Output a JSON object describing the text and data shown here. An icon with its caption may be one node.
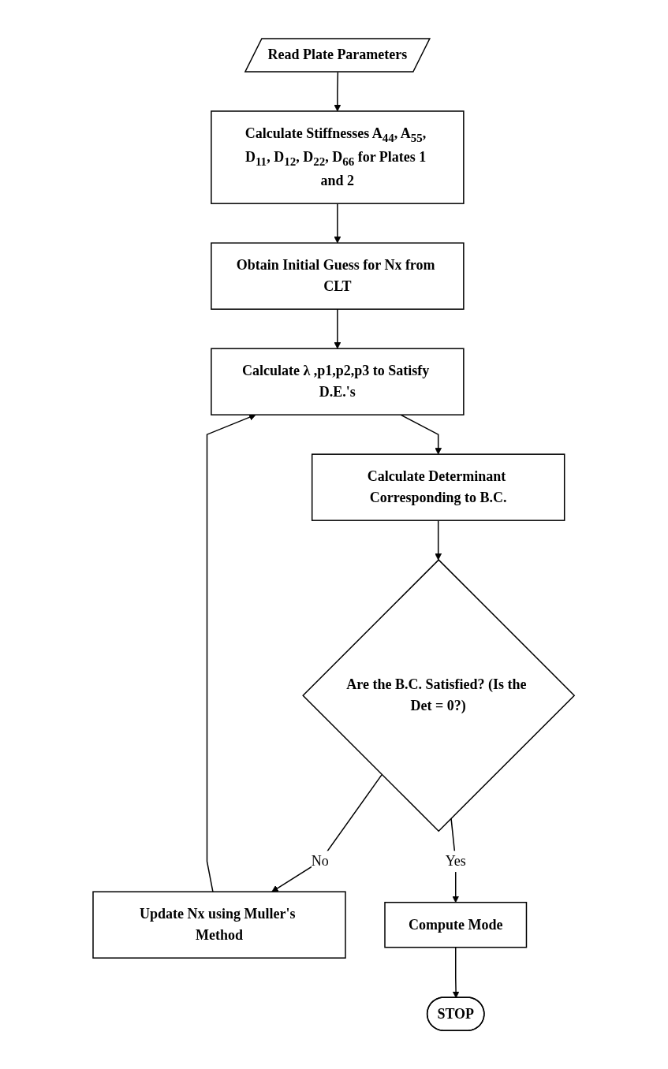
{
  "diagram": {
    "nodes": [
      {
        "text": [
          "Read Plate Parameters"
        ]
      },
      {
        "text": [
          "Calculate Stiffnesses A$_{44}$, A$_{55}$, D$_{11}$, D$_{12}$, D$_{22}$, D$_{66}$ for Plates 1 and 2"
        ]
      },
      {
        "text": [
          "Obtain Initial Guess for Nx from CLT"
        ]
      },
      {
        "text": [
          "Calculate λ ,p1,p2,p3 to Satisfy D.E.'s"
        ]
      },
      {
        "text": [
          "Calculate Determinant Corresponding to B.C."
        ]
      },
      {
        "text": [
          "Are the B.C. Satisfied? (Is the Det = 0?)"
        ]
      },
      {
        "text": [
          "Update Nx using Muller's Method"
        ]
      },
      {
        "text": [
          "Compute Mode"
        ]
      },
      {
        "text": [
          "STOP"
        ]
      }
    ],
    "edges": [
      {
        "from": 0,
        "to": 1,
        "arrow": "to"
      },
      {
        "from": 1,
        "to": 2,
        "arrow": "to"
      },
      {
        "from": 2,
        "to": 3,
        "arrow": "to"
      },
      {
        "from": 3,
        "to": 4,
        "arrow": "to"
      },
      {
        "from": 4,
        "to": 5,
        "arrow": "to"
      },
      {
        "from": 5,
        "to": 6,
        "label": "No",
        "arrow": "to"
      },
      {
        "from": 6,
        "to": 3,
        "arrow": "to"
      },
      {
        "from": 5,
        "to": 7,
        "label": "Yes",
        "arrow": "to"
      },
      {
        "from": 7,
        "to": 8,
        "arrow": "to"
      }
    ]
  }
}
